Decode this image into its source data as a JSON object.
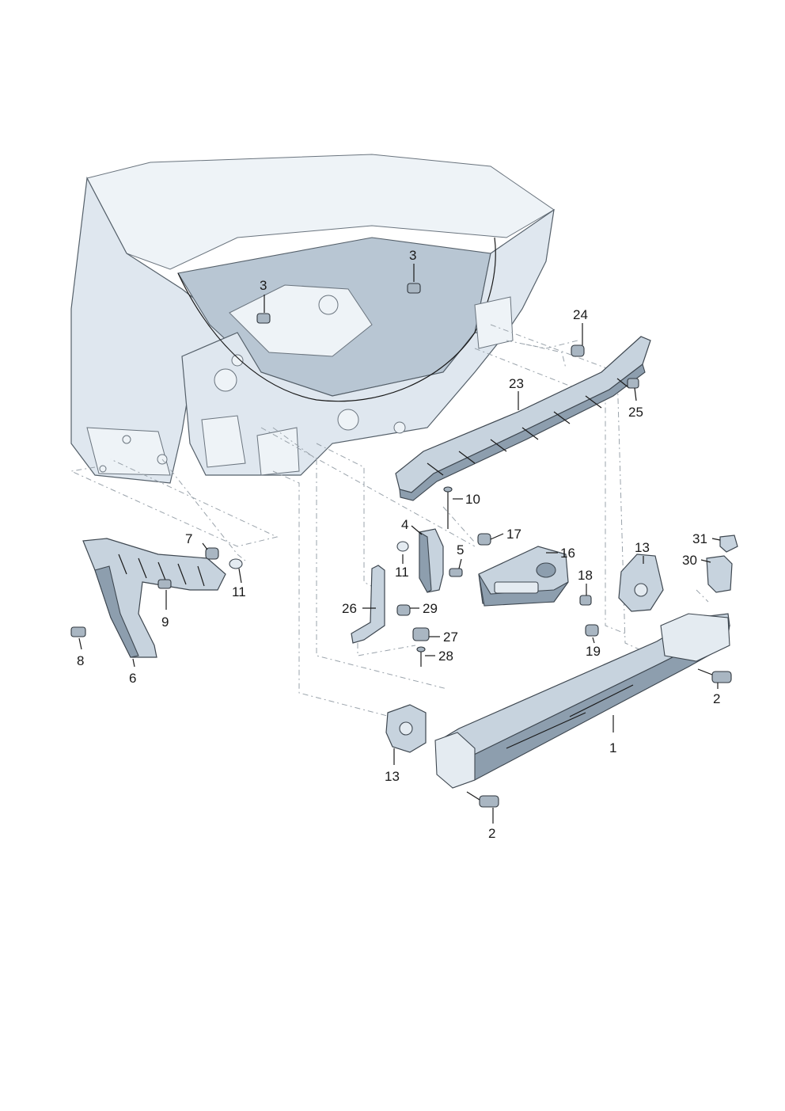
{
  "colors": {
    "body_panel": "#dfe7ef",
    "part_fill": "#c7d3de",
    "outline": "#3e4750",
    "dash_line": "#9aa3ab"
  },
  "callouts": [
    {
      "id": "c1",
      "label": "1"
    },
    {
      "id": "c2a",
      "label": "2"
    },
    {
      "id": "c2b",
      "label": "2"
    },
    {
      "id": "c3a",
      "label": "3"
    },
    {
      "id": "c3b",
      "label": "3"
    },
    {
      "id": "c4",
      "label": "4"
    },
    {
      "id": "c5",
      "label": "5"
    },
    {
      "id": "c6",
      "label": "6"
    },
    {
      "id": "c7",
      "label": "7"
    },
    {
      "id": "c8",
      "label": "8"
    },
    {
      "id": "c9",
      "label": "9"
    },
    {
      "id": "c10",
      "label": "10"
    },
    {
      "id": "c11a",
      "label": "11"
    },
    {
      "id": "c11b",
      "label": "11"
    },
    {
      "id": "c13a",
      "label": "13"
    },
    {
      "id": "c13b",
      "label": "13"
    },
    {
      "id": "c16",
      "label": "16"
    },
    {
      "id": "c17",
      "label": "17"
    },
    {
      "id": "c18",
      "label": "18"
    },
    {
      "id": "c19",
      "label": "19"
    },
    {
      "id": "c23",
      "label": "23"
    },
    {
      "id": "c24",
      "label": "24"
    },
    {
      "id": "c25",
      "label": "25"
    },
    {
      "id": "c26",
      "label": "26"
    },
    {
      "id": "c27",
      "label": "27"
    },
    {
      "id": "c28",
      "label": "28"
    },
    {
      "id": "c29",
      "label": "29"
    },
    {
      "id": "c30",
      "label": "30"
    },
    {
      "id": "c31",
      "label": "31"
    }
  ]
}
